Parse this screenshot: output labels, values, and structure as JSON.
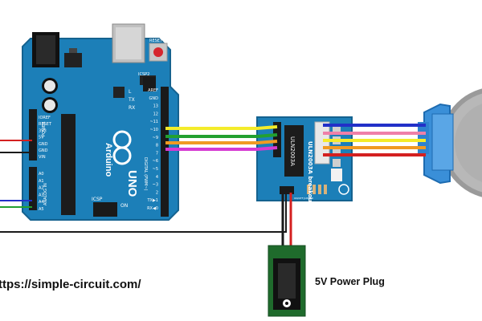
{
  "arduino": {
    "brand": "Arduino",
    "model": "UNO",
    "reset_label": "RESET",
    "icsp_top_label": "ICSP2",
    "icsp_bottom_label": "ICSP",
    "on_label": "ON",
    "power_header_label": "POWER",
    "analog_header_label": "ANALOG IN",
    "digital_header_label": "DIGITAL (PWM~)",
    "led_labels": [
      "L",
      "TX",
      "RX"
    ],
    "power_pins": [
      "IOREF",
      "RESET",
      "3V3",
      "5V",
      "GND",
      "GND",
      "VIN"
    ],
    "analog_pins": [
      "A0",
      "A1",
      "A2",
      "A3",
      "A4",
      "A5"
    ],
    "digital_pins": [
      "AREF",
      "GND",
      "13",
      "12",
      "~11",
      "~10",
      "~9",
      "8",
      "7",
      "~6",
      "~5",
      "4",
      "~3",
      "2",
      "TX▶1",
      "RX◀0"
    ]
  },
  "driver_board": {
    "chip_label": "ULN2003A",
    "board_label": "ULN2003A breakout",
    "jumper_label": "ON/OFF JUMPER"
  },
  "captions": {
    "site": "ttps://simple-circuit.com/",
    "power_plug": "5V Power Plug"
  },
  "colors": {
    "board_blue": "#1c7fb8",
    "board_dark": "#15628f",
    "wire_red": "#d42020",
    "wire_black": "#1a1a1a",
    "wire_blue": "#2230c8",
    "wire_green": "#22a030",
    "wire_yellow": "#f4ec2a",
    "wire_orange": "#f09a22",
    "wire_magenta": "#d63ad2",
    "wire_pink": "#ef80a8",
    "jack_green": "#1f6b2c"
  }
}
